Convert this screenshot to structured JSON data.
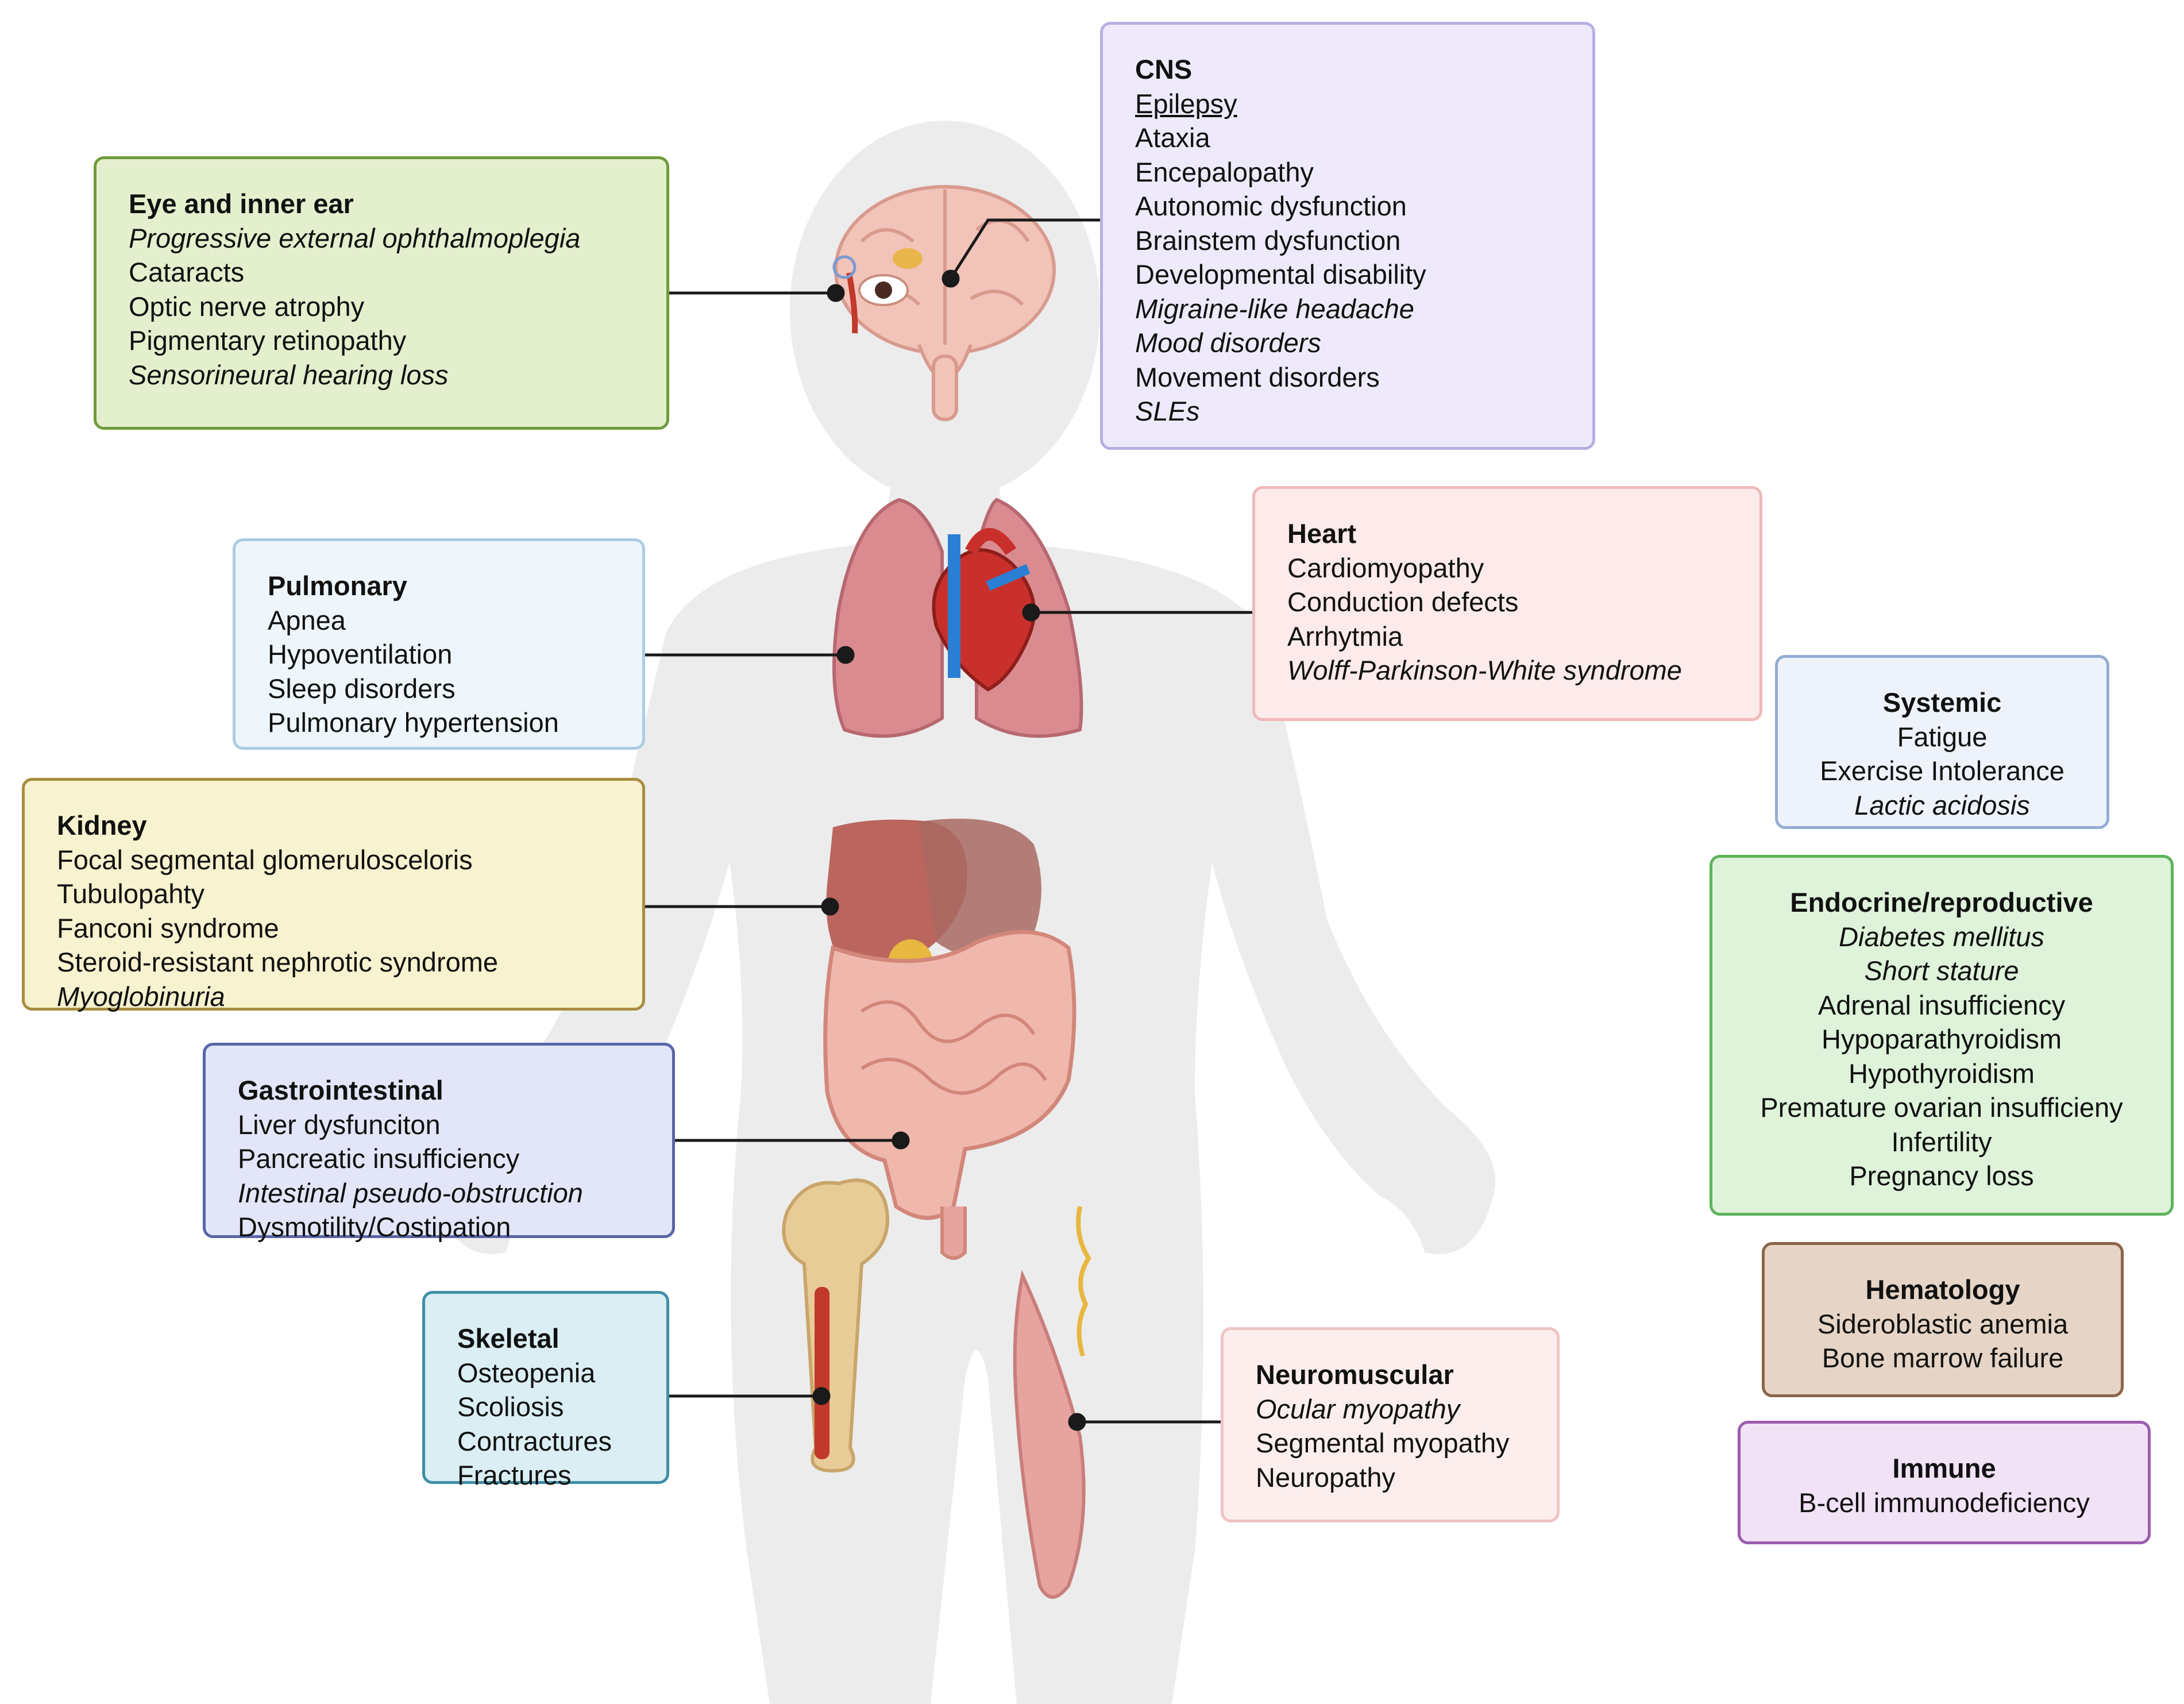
{
  "eye": {
    "title": "Eye and inner ear",
    "items": [
      "Progressive external ophthalmoplegia",
      "Cataracts",
      "Optic nerve atrophy",
      "Pigmentary retinopathy",
      "Sensorineural hearing loss"
    ]
  },
  "cns": {
    "title": "CNS",
    "items": [
      "Epilepsy",
      "Ataxia",
      "Encepalopathy",
      "Autonomic dysfunction",
      "Brainstem dysfunction",
      "Developmental disability",
      "Migraine-like headache",
      "Mood disorders",
      "Movement disorders",
      "SLEs"
    ]
  },
  "pulmonary": {
    "title": "Pulmonary",
    "items": [
      "Apnea",
      "Hypoventilation",
      "Sleep disorders",
      "Pulmonary hypertension"
    ]
  },
  "heart": {
    "title": "Heart",
    "items": [
      "Cardiomyopathy",
      "Conduction defects",
      "Arrhytmia",
      "Wolff-Parkinson-White syndrome"
    ]
  },
  "systemic": {
    "title": "Systemic",
    "items": [
      "Fatigue",
      "Exercise Intolerance",
      "Lactic acidosis"
    ]
  },
  "kidney": {
    "title": "Kidney",
    "items": [
      "Focal segmental glomerulosceloris",
      "Tubulopahty",
      "Fanconi syndrome",
      "Steroid-resistant nephrotic syndrome",
      "Myoglobinuria"
    ]
  },
  "endocrine": {
    "title": "Endocrine/reproductive",
    "items": [
      "Diabetes mellitus",
      "Short stature",
      "Adrenal insufficiency",
      "Hypoparathyroidism",
      "Hypothyroidism",
      "Premature ovarian insufficieny",
      "Infertility",
      "Pregnancy loss"
    ]
  },
  "gastro": {
    "title": "Gastrointestinal",
    "items": [
      "Liver dysfunciton",
      "Pancreatic insufficiency",
      "Intestinal pseudo-obstruction",
      "Dysmotility/Costipation"
    ]
  },
  "hematology": {
    "title": "Hematology",
    "items": [
      "Sideroblastic anemia",
      "Bone marrow failure"
    ]
  },
  "skeletal": {
    "title": "Skeletal",
    "items": [
      "Osteopenia",
      "Scoliosis",
      "Contractures",
      "Fractures"
    ]
  },
  "neuromuscular": {
    "title": "Neuromuscular",
    "items": [
      "Ocular myopathy",
      "Segmental myopathy",
      "Neuropathy"
    ]
  },
  "immune": {
    "title": "Immune",
    "items": [
      "B-cell immunodeficiency"
    ]
  },
  "colors": {
    "silhouette": "#ececec",
    "connector": "#1a1a1a",
    "brain": "#f2c3b8",
    "lung": "#d98b90",
    "heart": "#c9302c",
    "liver": "#b5564f",
    "intestine": "#f0b8ad",
    "bone": "#e8cc97",
    "muscle": "#e6a3a0"
  }
}
